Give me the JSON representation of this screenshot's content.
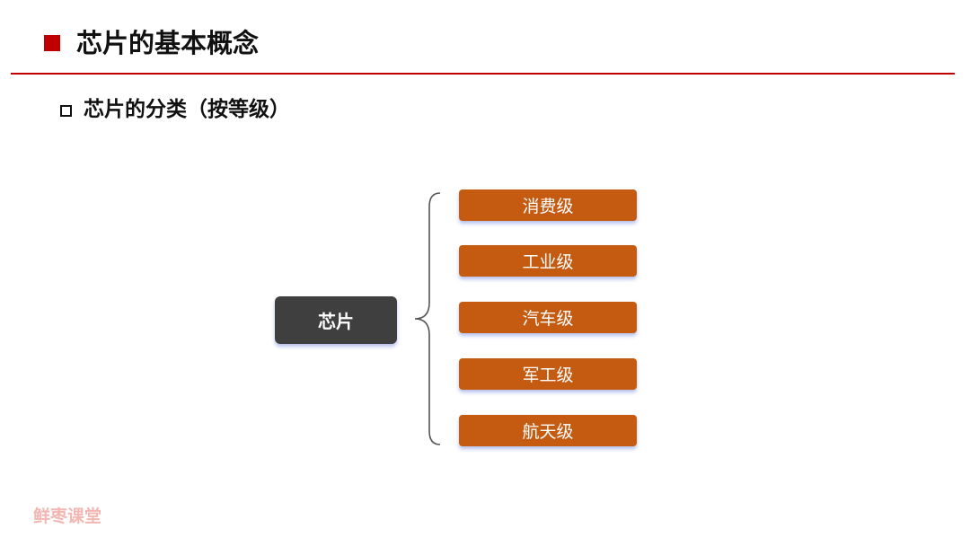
{
  "header": {
    "title": "芯片的基本概念"
  },
  "section": {
    "subtitle": "芯片的分类（按等级）"
  },
  "diagram": {
    "root": "芯片",
    "children": [
      "消费级",
      "工业级",
      "汽车级",
      "军工级",
      "航天级"
    ]
  },
  "watermark": "鲜枣课堂",
  "colors": {
    "accent": "#c00000",
    "root_fill": "#3f3f3f",
    "child_fill": "#c55a11",
    "watermark": "#f3b7b3"
  }
}
